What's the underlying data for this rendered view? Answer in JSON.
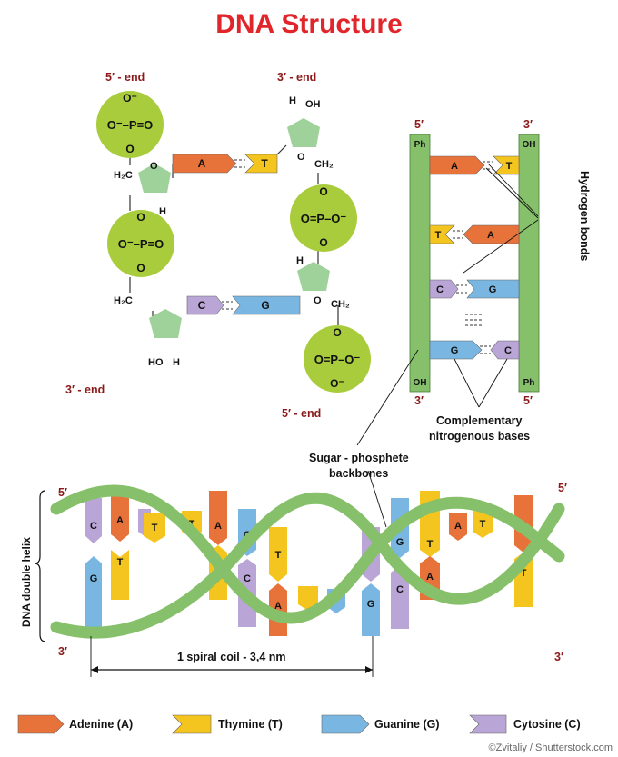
{
  "title": "DNA Structure",
  "ends": {
    "left_top": "5′ - end",
    "right_top": "3′ - end",
    "left_bottom": "3′ - end",
    "right_bottom": "5′ - end"
  },
  "molecule": {
    "phosphate_p": "P",
    "phosphate_o": "O",
    "phosphate_o_minus": "O⁻",
    "ring_o": "O",
    "h2c": "H₂C",
    "ch2": "CH₂",
    "h": "H",
    "ho": "HO",
    "oh": "OH"
  },
  "ladder": {
    "top_left": "5′",
    "top_right": "3′",
    "bottom_left": "3′",
    "bottom_right": "5′",
    "ph": "Ph",
    "oh": "OH",
    "hydrogen_bonds": "Hydrogen bonds",
    "complementary": "Complementary",
    "nitrogenous": "nitrogenous bases",
    "sugar_phosphete": "Sugar - phosphete",
    "backbones": "backbones"
  },
  "helix": {
    "side_label": "DNA double helix",
    "p5_left": "5′",
    "p5_right": "5′",
    "p3_left": "3′",
    "p3_right": "3′",
    "coil": "1 spiral coil - 3,4 nm"
  },
  "bases": {
    "A": "A",
    "T": "T",
    "G": "G",
    "C": "C"
  },
  "legend": {
    "adenine": "Adenine (A)",
    "thymine": "Thymine (T)",
    "guanine": "Guanine (G)",
    "cytosine": "Cytosine (C)"
  },
  "colors": {
    "adenine": "#e8733a",
    "thymine": "#f4c51f",
    "guanine": "#79b7e2",
    "cytosine": "#b9a6d6",
    "backbone": "#86c06a",
    "phosphate": "#a9cc3c",
    "sugar": "#9fd19a",
    "title": "#e0252b",
    "end_label": "#8b1a1a"
  },
  "credit": "©Zvitaliy / Shutterstock.com"
}
